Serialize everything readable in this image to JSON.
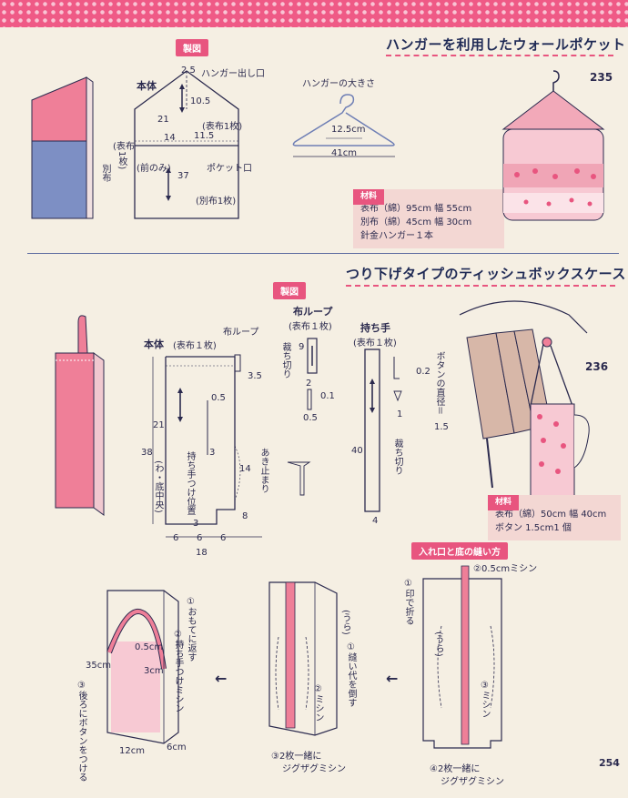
{
  "section1": {
    "title": "ハンガーを利用したウォールポケット",
    "tag": "製図",
    "item_number": "235",
    "labels": {
      "body": "本体",
      "hanger_opening": "ハンガー出し口",
      "hanger_size": "ハンガーの大きさ",
      "outer_one": "(表布1枚)",
      "outer_side": "(表布",
      "outer_one_vert": "1枚)",
      "front_only": "(前のみ)",
      "pocket_opening": "ポケット口",
      "separate_one": "(別布1枚)",
      "separate_cloth": "別布"
    },
    "dims": {
      "d25": "2.5",
      "d105": "10.5",
      "d21": "21",
      "d14": "14",
      "d115": "11.5",
      "d37": "37",
      "hanger_width": "12.5cm",
      "hanger_total": "41cm"
    },
    "materials": {
      "tag": "材料",
      "line1": "表布（綿）95cm 幅 55cm",
      "line2": "別布（綿）45cm 幅 30cm",
      "line3": "針金ハンガー１本"
    }
  },
  "section2": {
    "title": "つり下げタイプのティッシュボックスケース",
    "tag": "製図",
    "item_number": "236",
    "labels": {
      "body": "本体",
      "body_sub": "(表布１枚)",
      "loop": "布ループ",
      "loop_title": "布ループ",
      "loop_sub": "(表布１枚)",
      "handle": "持ち手",
      "handle_sub": "(表布１枚)",
      "handle_pos": "持ち手つけ位置",
      "fold_bottom": "(わ・底中央)",
      "opening_end": "あき止まり",
      "cut_off": "裁ち切り",
      "cut_off2": "裁ち切り",
      "button_diam": "ボタンの直径＝",
      "button_val": "1.5"
    },
    "dims": {
      "d35": "3.5",
      "d05": "0.5",
      "d21": "21",
      "d38": "38",
      "d3a": "3",
      "d14": "14",
      "d8": "8",
      "d3b": "3",
      "d6a": "6",
      "d6b": "6",
      "d6c": "6",
      "d18": "18",
      "d9": "9",
      "d2": "2",
      "d01": "0.1",
      "d05b": "0.5",
      "d40": "40",
      "d4": "4",
      "d02": "0.2",
      "d1": "1"
    },
    "materials": {
      "tag": "材料",
      "line1": "表布（綿）50cm 幅 40cm",
      "line2": "ボタン 1.5cm1 個"
    },
    "steps_tag": "入れ口と底の縫い方",
    "step_right": {
      "s1": "①印で折る",
      "s2": "②0.5cmミシン",
      "s3": "③ミシン",
      "s4a": "④2枚一緒に",
      "s4b": "ジグザグミシン",
      "ura": "(うら)"
    },
    "step_mid": {
      "s1": "①縫い代を倒す",
      "s2": "②ミシン",
      "s3a": "③2枚一緒に",
      "s3b": "ジグザグミシン",
      "ura": "(うら)"
    },
    "step_left": {
      "s1": "①おもてに返す",
      "s2": "②持ち手つけミシン",
      "s3": "③後ろにボタンをつける",
      "d05cm": "0.5cm",
      "d3cm": "3cm",
      "d35cm": "35cm",
      "d12cm": "12cm",
      "d6cm": "6cm"
    }
  },
  "page_number": "254",
  "colors": {
    "pink": "#e8557f",
    "navy": "#2b2a4e",
    "paper": "#f5efe3",
    "blue": "#6f7fb5"
  }
}
